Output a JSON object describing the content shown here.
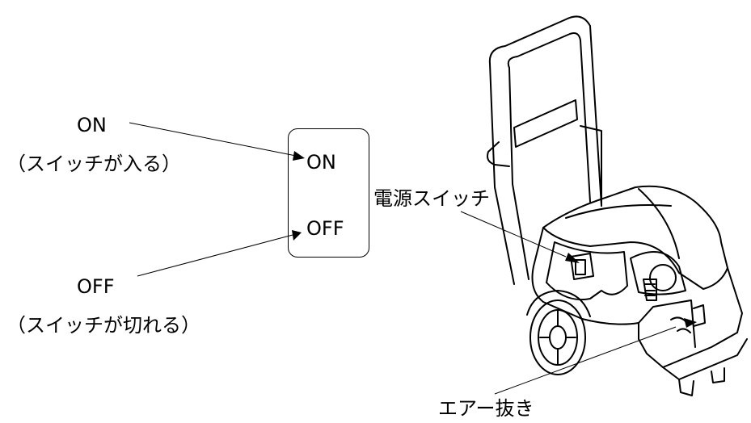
{
  "labels": {
    "on": "ON",
    "on_desc": "（スイッチが入る）",
    "off": "OFF",
    "off_desc": "（スイッチが切れる）",
    "power_switch": "電源スイッチ",
    "air_bleed": "エアー抜き"
  },
  "switch_panel": {
    "on": "ON",
    "off": "OFF"
  }
}
